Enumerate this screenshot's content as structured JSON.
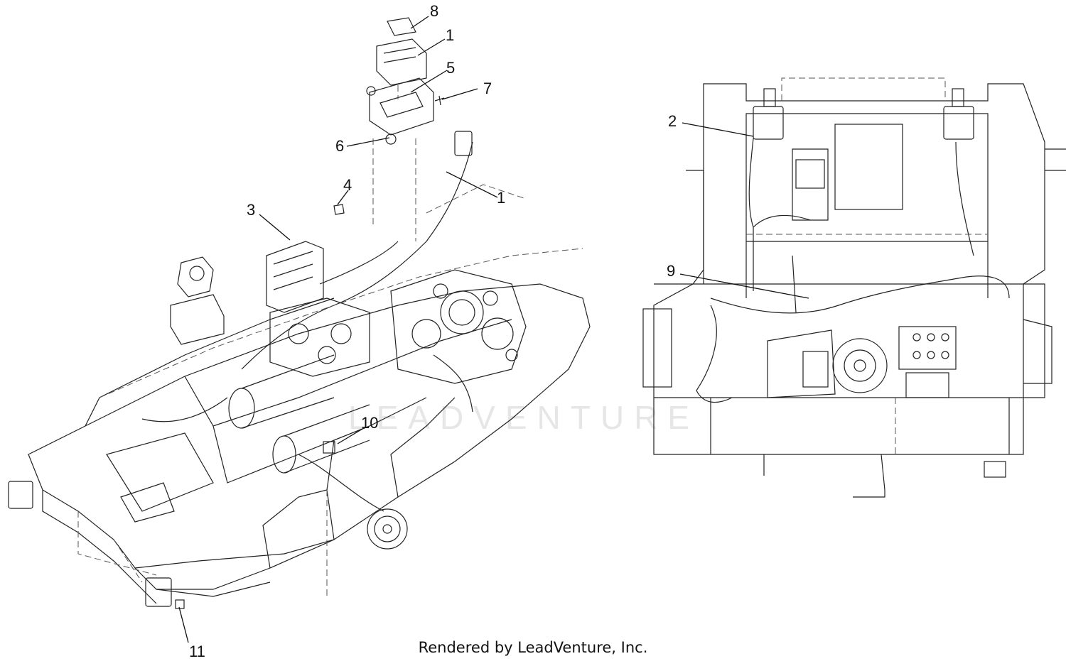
{
  "diagram": {
    "callouts": [
      {
        "id": "c8",
        "label": "8"
      },
      {
        "id": "c1a",
        "label": "1"
      },
      {
        "id": "c5",
        "label": "5"
      },
      {
        "id": "c7",
        "label": "7"
      },
      {
        "id": "c6",
        "label": "6"
      },
      {
        "id": "c4",
        "label": "4"
      },
      {
        "id": "c1b",
        "label": "1"
      },
      {
        "id": "c3",
        "label": "3"
      },
      {
        "id": "c10",
        "label": "10"
      },
      {
        "id": "c11",
        "label": "11"
      },
      {
        "id": "c2",
        "label": "2"
      },
      {
        "id": "c9",
        "label": "9"
      }
    ],
    "watermark": "LEADVENTURE",
    "footer": "Rendered by LeadVenture, Inc."
  },
  "colors": {
    "line": "#222222",
    "dash": "#555555",
    "watermark": "#e6e6e6"
  }
}
